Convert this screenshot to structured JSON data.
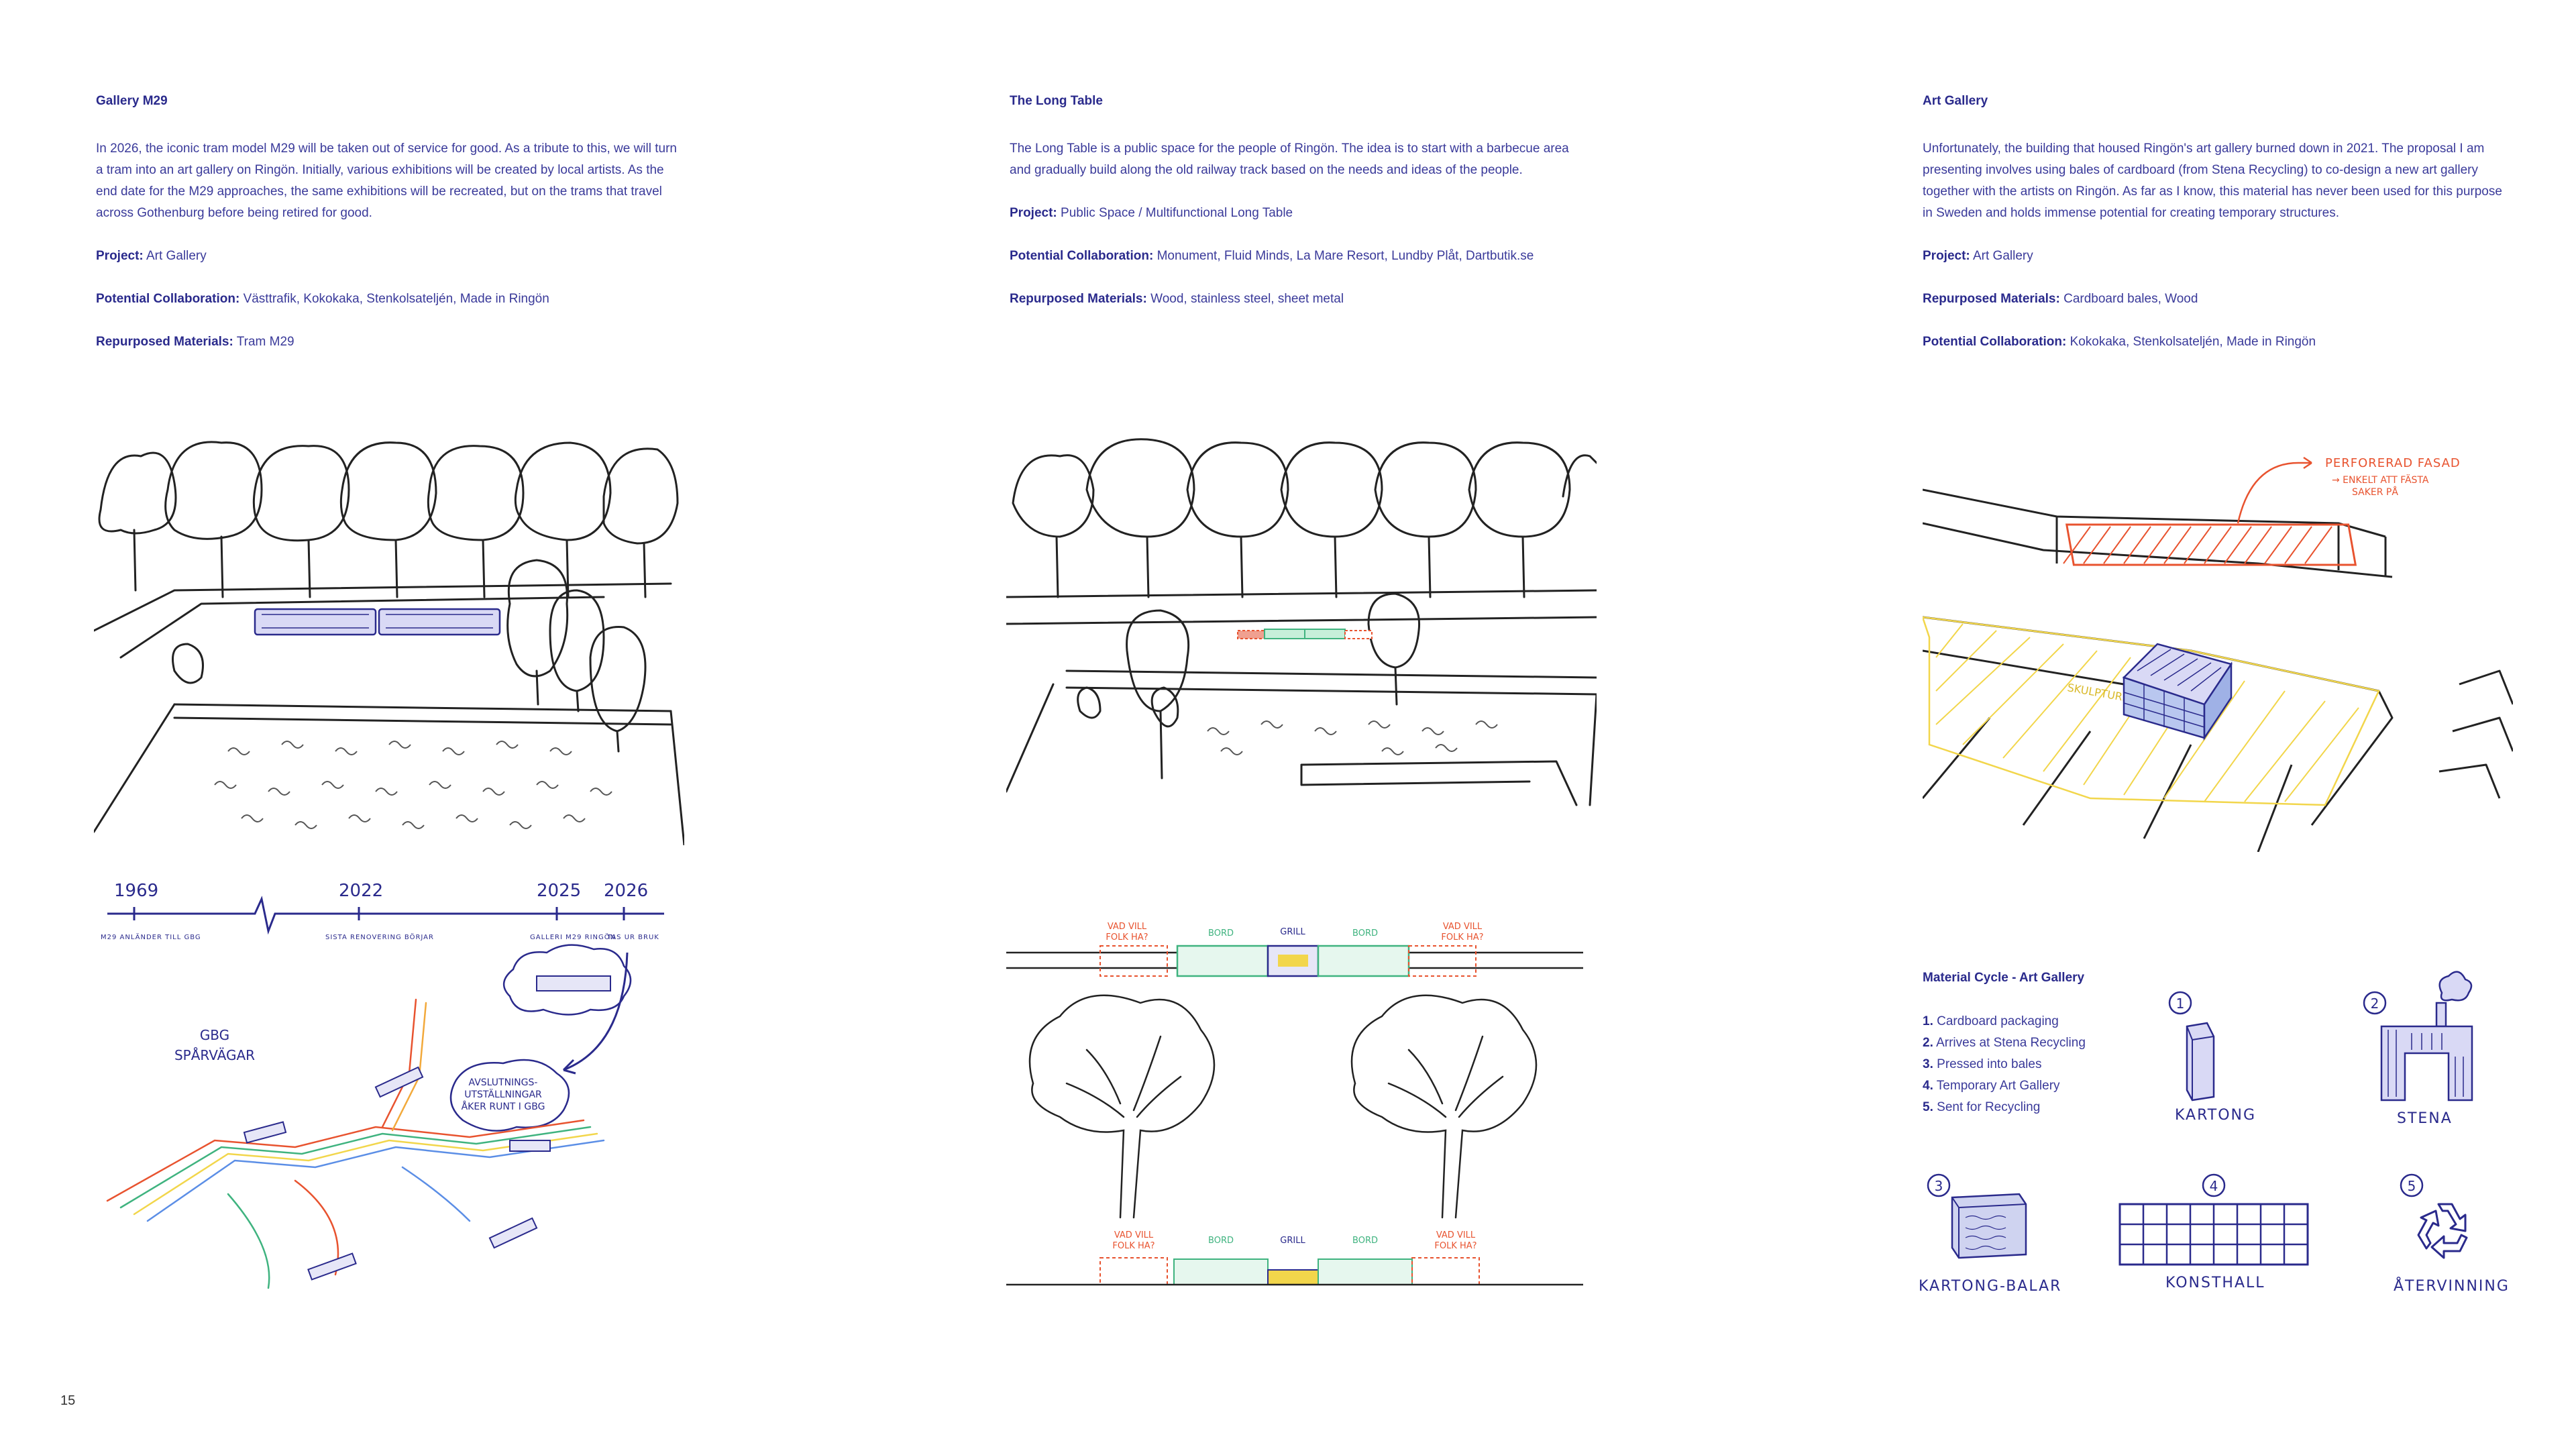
{
  "page_number": "15",
  "columns": [
    {
      "title": "Gallery M29",
      "body": "In 2026, the iconic tram model M29 will be taken out of service for good. As a tribute to this, we will turn a tram into an art gallery on Ringön. Initially, various exhibitions will be created by local artists. As the end date for the M29 approaches, the same exhibitions will be recreated, but on the trams that travel across Gothenburg before being retired for good.",
      "fields": [
        {
          "label": "Project:",
          "value": "Art Gallery"
        },
        {
          "label": "Potential Collaboration:",
          "value": "Västtrafik, Kokokaka, Stenkolsateljén, Made in Ringön"
        },
        {
          "label": "Repurposed Materials:",
          "value": "Tram M29"
        }
      ]
    },
    {
      "title": "The Long Table",
      "body": "The Long Table is a public space for the people of Ringön. The idea is to start with a barbecue area and gradually build along the old railway track based on the needs and ideas of the people.",
      "fields": [
        {
          "label": "Project:",
          "value": "Public Space / Multifunctional Long Table"
        },
        {
          "label": "Potential Collaboration:",
          "value": "Monument, Fluid Minds, La Mare Resort, Lundby Plåt, Dartbutik.se"
        },
        {
          "label": "Repurposed Materials:",
          "value": "Wood, stainless steel, sheet metal"
        }
      ]
    },
    {
      "title": "Art Gallery",
      "body": "Unfortunately, the building that housed Ringön's art gallery burned down in 2021. The proposal I am presenting involves using bales of cardboard (from Stena Recycling) to co-design a new art gallery together with the artists on Ringön. As far as I know, this material has never been used for this purpose in Sweden and holds immense potential for creating temporary structures.",
      "fields": [
        {
          "label": "Project:",
          "value": "Art Gallery"
        },
        {
          "label": "Repurposed Materials:",
          "value": "Cardboard bales, Wood"
        },
        {
          "label": "Potential Collaboration:",
          "value": "Kokokaka, Stenkolsateljén, Made in Ringön"
        }
      ]
    }
  ],
  "timeline": {
    "years": [
      "1969",
      "2022",
      "2025",
      "2026"
    ],
    "notes": [
      "M29 ANLÄNDER TILL GBG",
      "SISTA RENOVERING BÖRJAR",
      "GALLERI M29 RINGÖN",
      "TAS UR BRUK"
    ]
  },
  "tram_map": {
    "title_line1": "GBG",
    "title_line2": "SPÅRVÄGAR",
    "bubble_line1": "AVSLUTNINGS-",
    "bubble_line2": "UTSTÄLLNINGAR",
    "bubble_line3": "ÅKER RUNT I GBG"
  },
  "long_table_plan": {
    "left_zone_line1": "VAD VILL",
    "left_zone_line2": "FOLK HA?",
    "bord": "BORD",
    "grill": "GRILL",
    "right_zone_line1": "VAD VILL",
    "right_zone_line2": "FOLK HA?"
  },
  "art_gallery_sketch": {
    "facade_label": "PERFORERAD FASAD",
    "facade_note_line1": "→ ENKELT ATT FÄSTA",
    "facade_note_line2": "SAKER PÅ",
    "yard_label": "SKULPTURER"
  },
  "material_cycle": {
    "title": "Material Cycle - Art Gallery",
    "steps": [
      {
        "num": "1.",
        "text": "Cardboard packaging"
      },
      {
        "num": "2.",
        "text": "Arrives at Stena Recycling"
      },
      {
        "num": "3.",
        "text": "Pressed into bales"
      },
      {
        "num": "4.",
        "text": "Temporary Art Gallery"
      },
      {
        "num": "5.",
        "text": "Sent for Recycling"
      }
    ],
    "icons": [
      {
        "n": "1",
        "label": "KARTONG"
      },
      {
        "n": "2",
        "label": "STENA"
      },
      {
        "n": "3",
        "label": "KARTONG-BALAR"
      },
      {
        "n": "4",
        "label": "KONSTHALL"
      },
      {
        "n": "5",
        "label": "ÅTERVINNING"
      }
    ]
  },
  "colors": {
    "ink": "#2a2a8c",
    "line": "#222222",
    "accent_red": "#e8532f",
    "accent_green": "#3fb37f",
    "accent_yellow": "#f2d64b"
  }
}
